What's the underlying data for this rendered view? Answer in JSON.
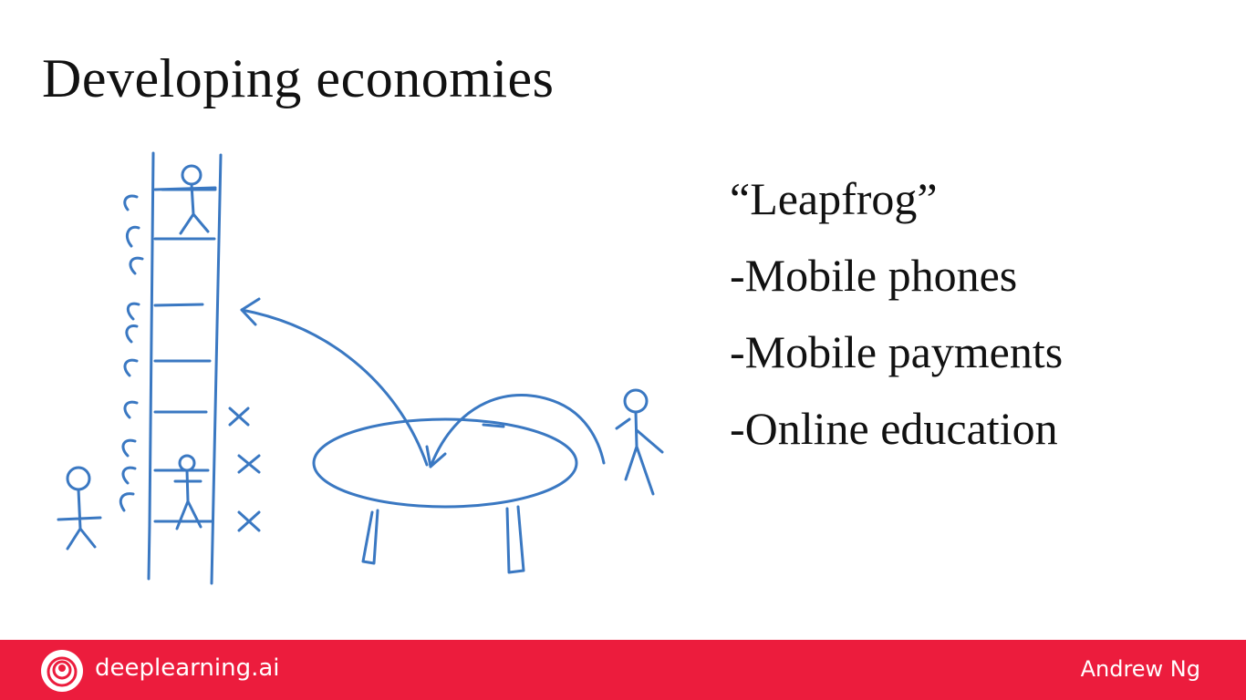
{
  "slide": {
    "title": "Developing economies",
    "bullets": [
      "“Leapfrog”",
      "-Mobile phones",
      "-Mobile payments",
      "-Online education"
    ]
  },
  "footer": {
    "brand": "deeplearning.ai",
    "author": "Andrew Ng",
    "background_color": "#ec1c3d",
    "logo_icon": "deeplearning-logo-icon"
  },
  "sketch": {
    "stroke_color": "#3a78c2"
  }
}
